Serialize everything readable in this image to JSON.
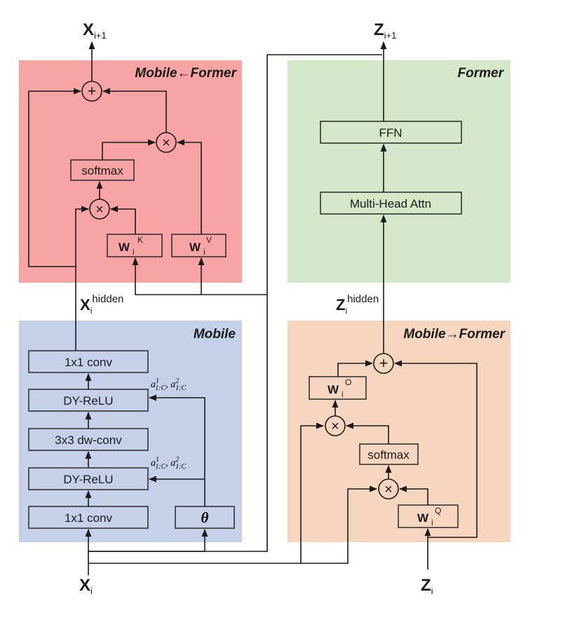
{
  "panels": {
    "mobile_former": {
      "title": "Mobile←Former",
      "color": "#f8a4a4"
    },
    "former": {
      "title": "Former",
      "color": "#d4e7c8"
    },
    "mobile": {
      "title": "Mobile",
      "color": "#c5d1e8"
    },
    "mobile_to_former": {
      "title": "Mobile→Former",
      "color": "#f6d6bf"
    }
  },
  "boxes": {
    "softmax_top": "softmax",
    "wk_main": "W",
    "wk_sub": "i",
    "wk_sup": "K",
    "wv_main": "W",
    "wv_sub": "i",
    "wv_sup": "V",
    "ffn": "FFN",
    "mha": "Multi-Head Attn",
    "conv_top": "1x1 conv",
    "dyrelu_top": "DY-ReLU",
    "dwconv": "3x3 dw-conv",
    "dyrelu_bottom": "DY-ReLU",
    "conv_bottom": "1x1 conv",
    "theta": "θ",
    "wo_main": "W",
    "wo_sub": "i",
    "wo_sup": "O",
    "softmax_bottom": "softmax",
    "wq_main": "W",
    "wq_sub": "i",
    "wq_sup": "Q"
  },
  "operators": {
    "add": "+",
    "mul": "×"
  },
  "labels": {
    "x_next": {
      "main": "X",
      "sub": "i+1"
    },
    "z_next": {
      "main": "Z",
      "sub": "i+1"
    },
    "x_hidden": {
      "main": "X",
      "sub": "i",
      "sup": "hidden"
    },
    "z_hidden": {
      "main": "Z",
      "sub": "i",
      "sup": "hidden"
    },
    "x_in": {
      "main": "X",
      "sub": "i"
    },
    "z_in": {
      "main": "Z",
      "sub": "i"
    },
    "dy_params": {
      "a": "a",
      "sup1": "1",
      "sup2": "2",
      "sub": "1:C",
      "sep": ", "
    }
  }
}
